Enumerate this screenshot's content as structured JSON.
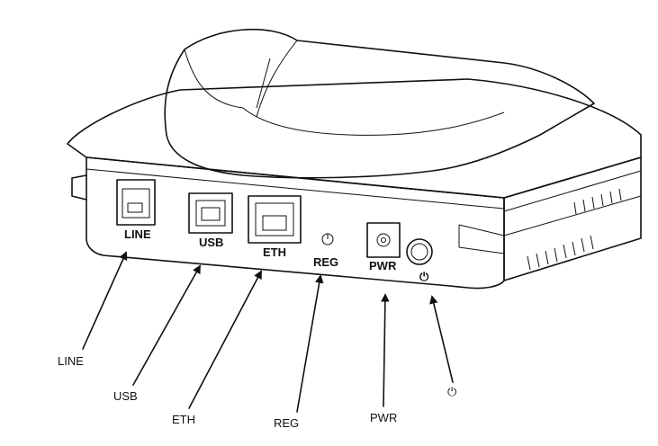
{
  "device": {
    "ports": [
      {
        "id": "line",
        "label": "LINE"
      },
      {
        "id": "usb",
        "label": "USB"
      },
      {
        "id": "eth",
        "label": "ETH"
      },
      {
        "id": "reg",
        "label": "REG"
      },
      {
        "id": "pwr",
        "label": "PWR"
      },
      {
        "id": "power",
        "label": "⏻"
      }
    ]
  },
  "callouts": [
    {
      "id": "line",
      "label": "LINE"
    },
    {
      "id": "usb",
      "label": "USB"
    },
    {
      "id": "eth",
      "label": "ETH"
    },
    {
      "id": "reg",
      "label": "REG"
    },
    {
      "id": "pwr",
      "label": "PWR"
    },
    {
      "id": "power",
      "label": "⏻"
    }
  ]
}
